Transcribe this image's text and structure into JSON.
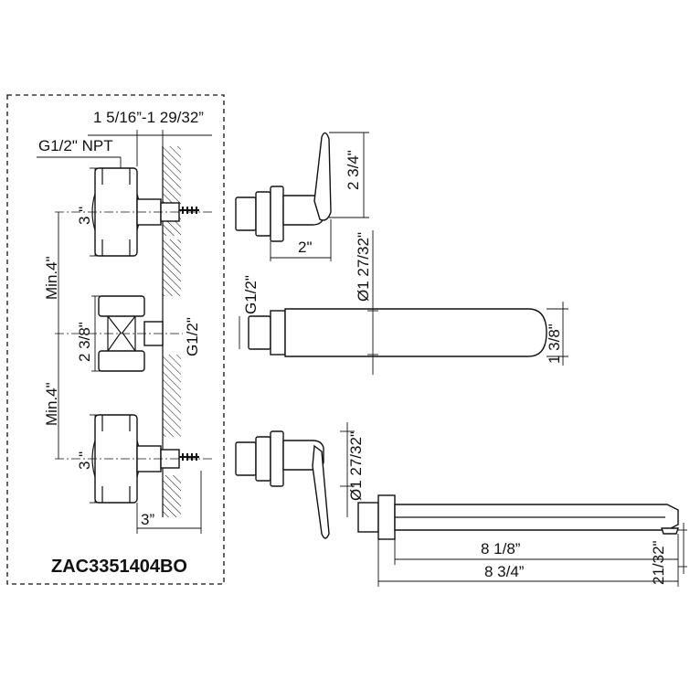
{
  "diagram": {
    "model_code": "ZAC3351404BO",
    "labels": {
      "top_offset_range": "1 5/16”-1 29/32”",
      "inlet_thread": "G1/2\" NPT",
      "valve_height_top": "3 \"",
      "spacing_upper": "Min.4\"",
      "spacing_lower": "Min.4\"",
      "diverter_height": "2 3/8\"",
      "diverter_outlet": "G1/2\"",
      "valve_height_bottom": "3 \"",
      "valve_depth": "3”",
      "handle_height": "2 3/4\"",
      "handle_depth": "2\"",
      "flange_diameter": "Ø1 27/32\"",
      "spout_thread": "G1/2\"",
      "spout_height": "1 3/8\"",
      "lower_flange_diameter": "Ø1 27/32\"",
      "spout_reach": "8  1/8”",
      "overall_length": "8 3/4”",
      "spout_drop": "21/32\""
    }
  }
}
